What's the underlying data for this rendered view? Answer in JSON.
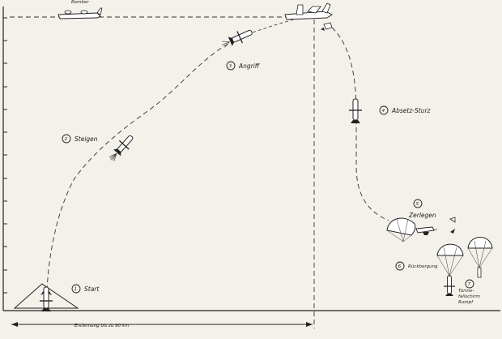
{
  "diagram": {
    "bomber_label": "Bomber",
    "distance_label": "Entfernung bis zu 90 km",
    "phases": [
      {
        "number": "1",
        "label": "Start"
      },
      {
        "number": "2",
        "label": "Steigen"
      },
      {
        "number": "3",
        "label": "Angriff"
      },
      {
        "number": "4",
        "label": "Absetz-Sturz"
      },
      {
        "number": "5",
        "label": "Zerlegen"
      },
      {
        "number": "6",
        "label": "Rückbergung"
      },
      {
        "number": "7",
        "label": "Türme-fallschirm Rumpf"
      }
    ]
  }
}
